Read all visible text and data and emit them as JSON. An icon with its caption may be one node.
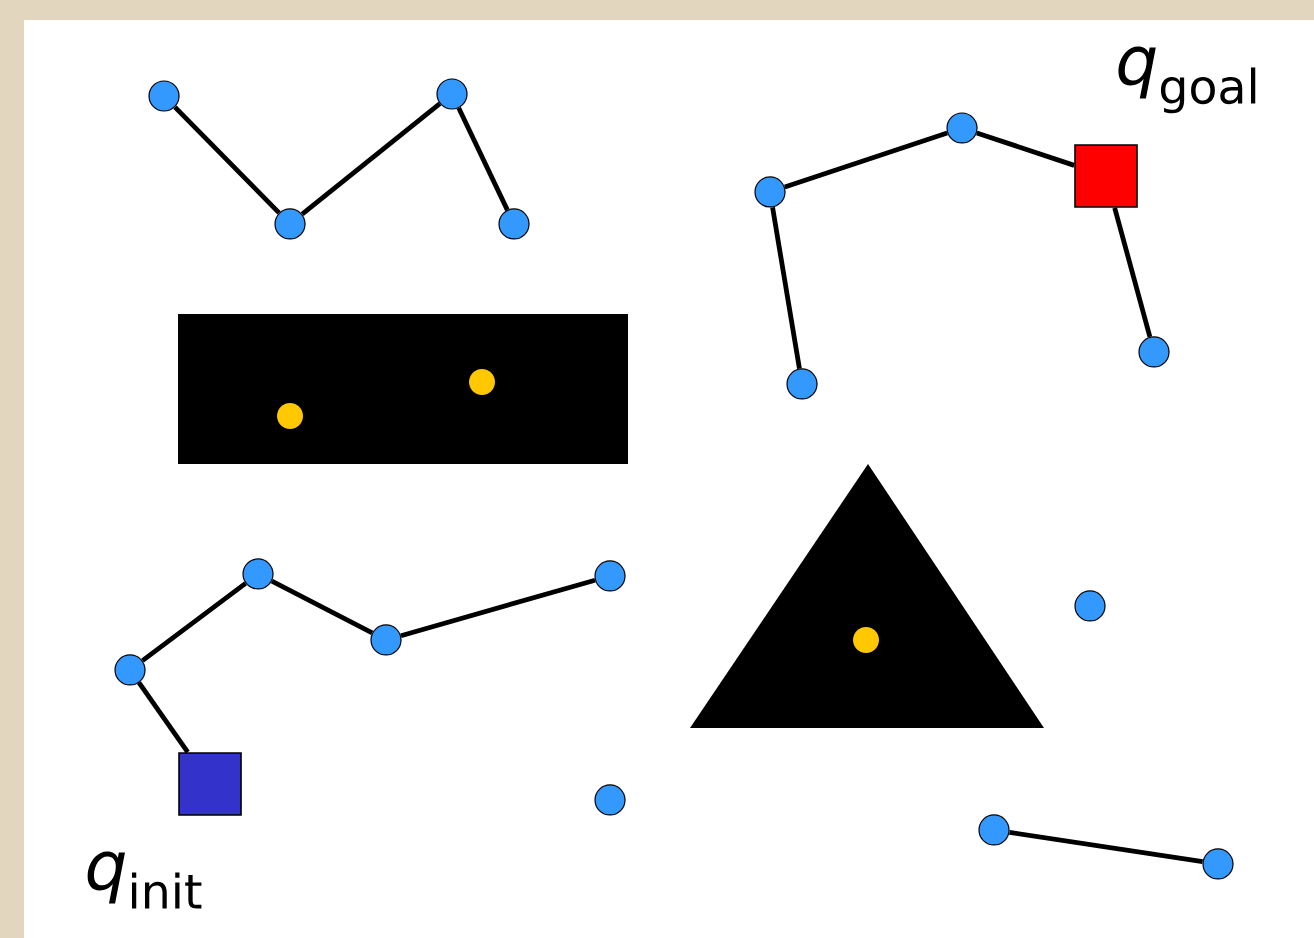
{
  "diagram": {
    "nodes": [
      {
        "text": [],
        "shape": "circle"
      },
      {
        "text": [],
        "shape": "circle"
      },
      {
        "text": [],
        "shape": "circle"
      },
      {
        "text": [
          "*q*$_{goal}$"
        ]
      },
      {
        "text": [],
        "shape": "circle"
      },
      {
        "text": [],
        "shape": "circle"
      },
      {
        "text": [],
        "shape": "circle"
      },
      {
        "text": [],
        "shape": "circle"
      },
      {
        "text": [],
        "shape": "circle"
      },
      {
        "text": [],
        "shape": "circle"
      },
      {
        "text": [],
        "shape": "circle"
      },
      {
        "text": [],
        "shape": "circle"
      },
      {
        "text": [],
        "shape": "circle"
      },
      {
        "text": [],
        "shape": "circle"
      },
      {
        "text": [],
        "shape": "circle"
      },
      {
        "text": [],
        "shape": "circle"
      },
      {
        "text": [],
        "shape": "circle"
      },
      {
        "text": [
          "*q*$_{init}$"
        ]
      },
      {
        "text": [],
        "shape": "circle"
      },
      {
        "text": [],
        "shape": "circle"
      },
      {
        "text": [],
        "shape": "circle"
      }
    ],
    "edges": [
      {
        "from": 0,
        "to": 5,
        "arrow": "none"
      },
      {
        "from": 5,
        "to": 1,
        "arrow": "none"
      },
      {
        "from": 1,
        "to": 6,
        "arrow": "none"
      },
      {
        "from": 4,
        "to": 2,
        "arrow": "none"
      },
      {
        "from": 2,
        "to": 3,
        "arrow": "none"
      },
      {
        "from": 4,
        "to": 9,
        "arrow": "none"
      },
      {
        "from": 3,
        "to": 7,
        "arrow": "none"
      },
      {
        "from": 16,
        "to": 11,
        "arrow": "none"
      },
      {
        "from": 11,
        "to": 14,
        "arrow": "none"
      },
      {
        "from": 14,
        "to": 12,
        "arrow": "none"
      },
      {
        "from": 16,
        "to": 17,
        "arrow": "none"
      },
      {
        "from": 19,
        "to": 20,
        "arrow": "none"
      }
    ]
  }
}
